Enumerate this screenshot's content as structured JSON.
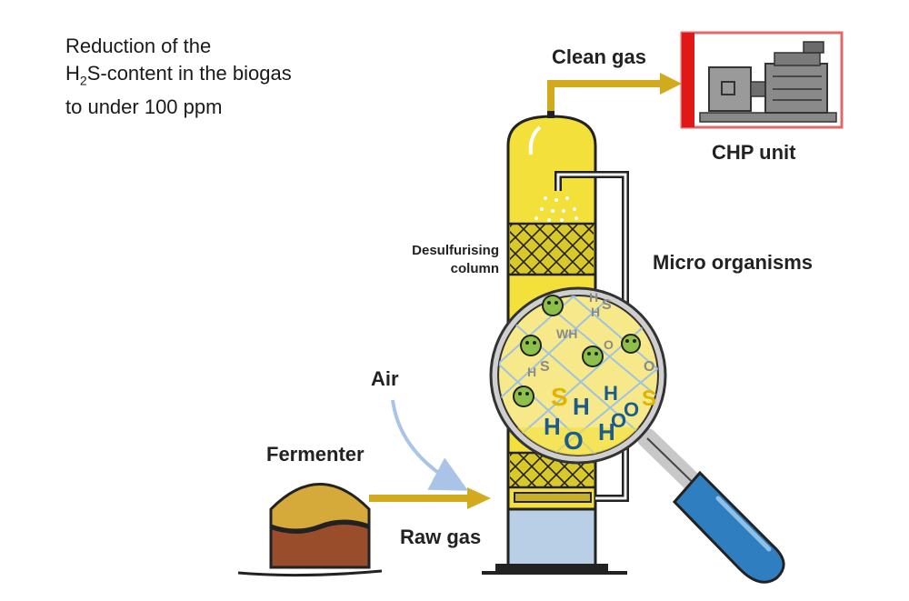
{
  "title": {
    "line1": "Reduction of the",
    "line2_pre": "H",
    "line2_sub": "2",
    "line2_post": "S-content in the biogas",
    "line3": "to under 100 ppm"
  },
  "labels": {
    "clean_gas": "Clean gas",
    "chp_unit": "CHP unit",
    "desulfurising_line1": "Desulfurising",
    "desulfurising_line2": "column",
    "micro_organisms": "Micro organisms",
    "air": "Air",
    "fermenter": "Fermenter",
    "raw_gas": "Raw gas"
  },
  "colors": {
    "column_yellow": "#f3e03b",
    "packing_yellow": "#d9c82a",
    "gas_arrow": "#d2aa1e",
    "air_arrow": "#a9c4e6",
    "chp_border": "#e06a6a",
    "chp_bar": "#e01818",
    "fermenter_dome": "#d5a93a",
    "fermenter_base": "#9a4d2a",
    "column_base": "#b9cfe6",
    "handle_blue": "#2f7fc0",
    "microbe_green": "#8cc04a",
    "molecule_blue": "#1b5c8c",
    "molecule_yellow": "#e2b400"
  }
}
